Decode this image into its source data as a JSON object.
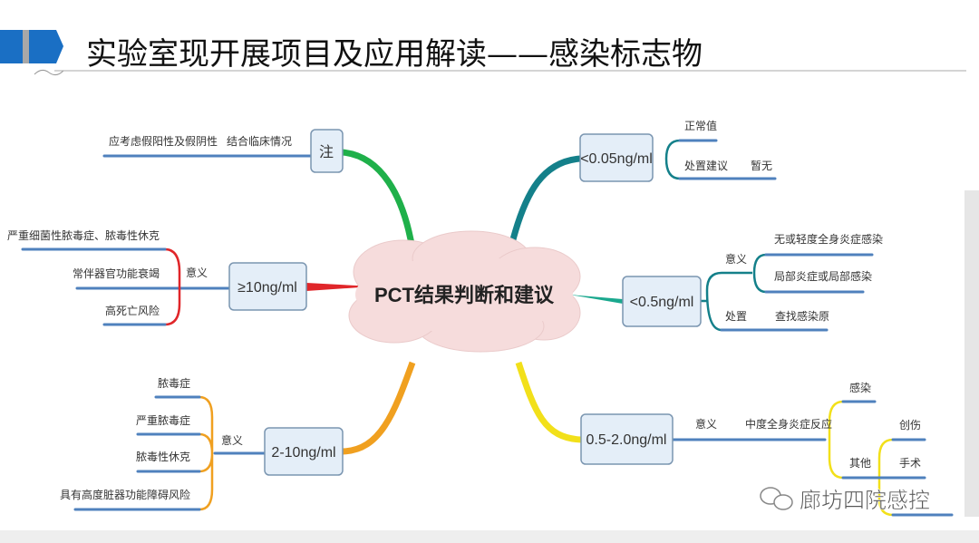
{
  "title": "实验室现开展项目及应用解读——感染标志物",
  "colors": {
    "accent_blue": "#1a6fc4",
    "green": "#1fb04a",
    "red": "#e0262a",
    "orange": "#f0a020",
    "teal": "#14808a",
    "teal2": "#1aa88e",
    "yellow": "#f2e01a",
    "leaf_line": "#4f81bd"
  },
  "center": "PCT结果判断和建议",
  "branches": {
    "note": {
      "label": "注",
      "sub": "结合临床情况",
      "leaf": "应考虑假阳性及假阴性"
    },
    "ge10": {
      "label": "≥10ng/ml",
      "sub": "意义",
      "leaves": [
        "严重细菌性脓毒症、脓毒性休克",
        "常伴器官功能衰竭",
        "高死亡风险"
      ]
    },
    "r2_10": {
      "label": "2-10ng/ml",
      "sub": "意义",
      "leaves": [
        "脓毒症",
        "严重脓毒症",
        "脓毒性休克",
        "具有高度脏器功能障碍风险"
      ]
    },
    "lt005": {
      "label": "<0.05ng/ml",
      "leaves": [
        "正常值",
        "处置建议"
      ],
      "advice": "暂无"
    },
    "lt05": {
      "label": "<0.5ng/ml",
      "meaning": "意义",
      "meaning_leaves": [
        "无或轻度全身炎症感染",
        "局部炎症或局部感染"
      ],
      "action": "处置",
      "action_leaf": "查找感染原"
    },
    "r05_2": {
      "label": "0.5-2.0ng/ml",
      "sub": "意义",
      "reaction": "中度全身炎症反应",
      "causes": [
        "感染",
        "其他"
      ],
      "other": [
        "创伤",
        "手术"
      ]
    }
  },
  "watermark": "廊坊四院感控"
}
